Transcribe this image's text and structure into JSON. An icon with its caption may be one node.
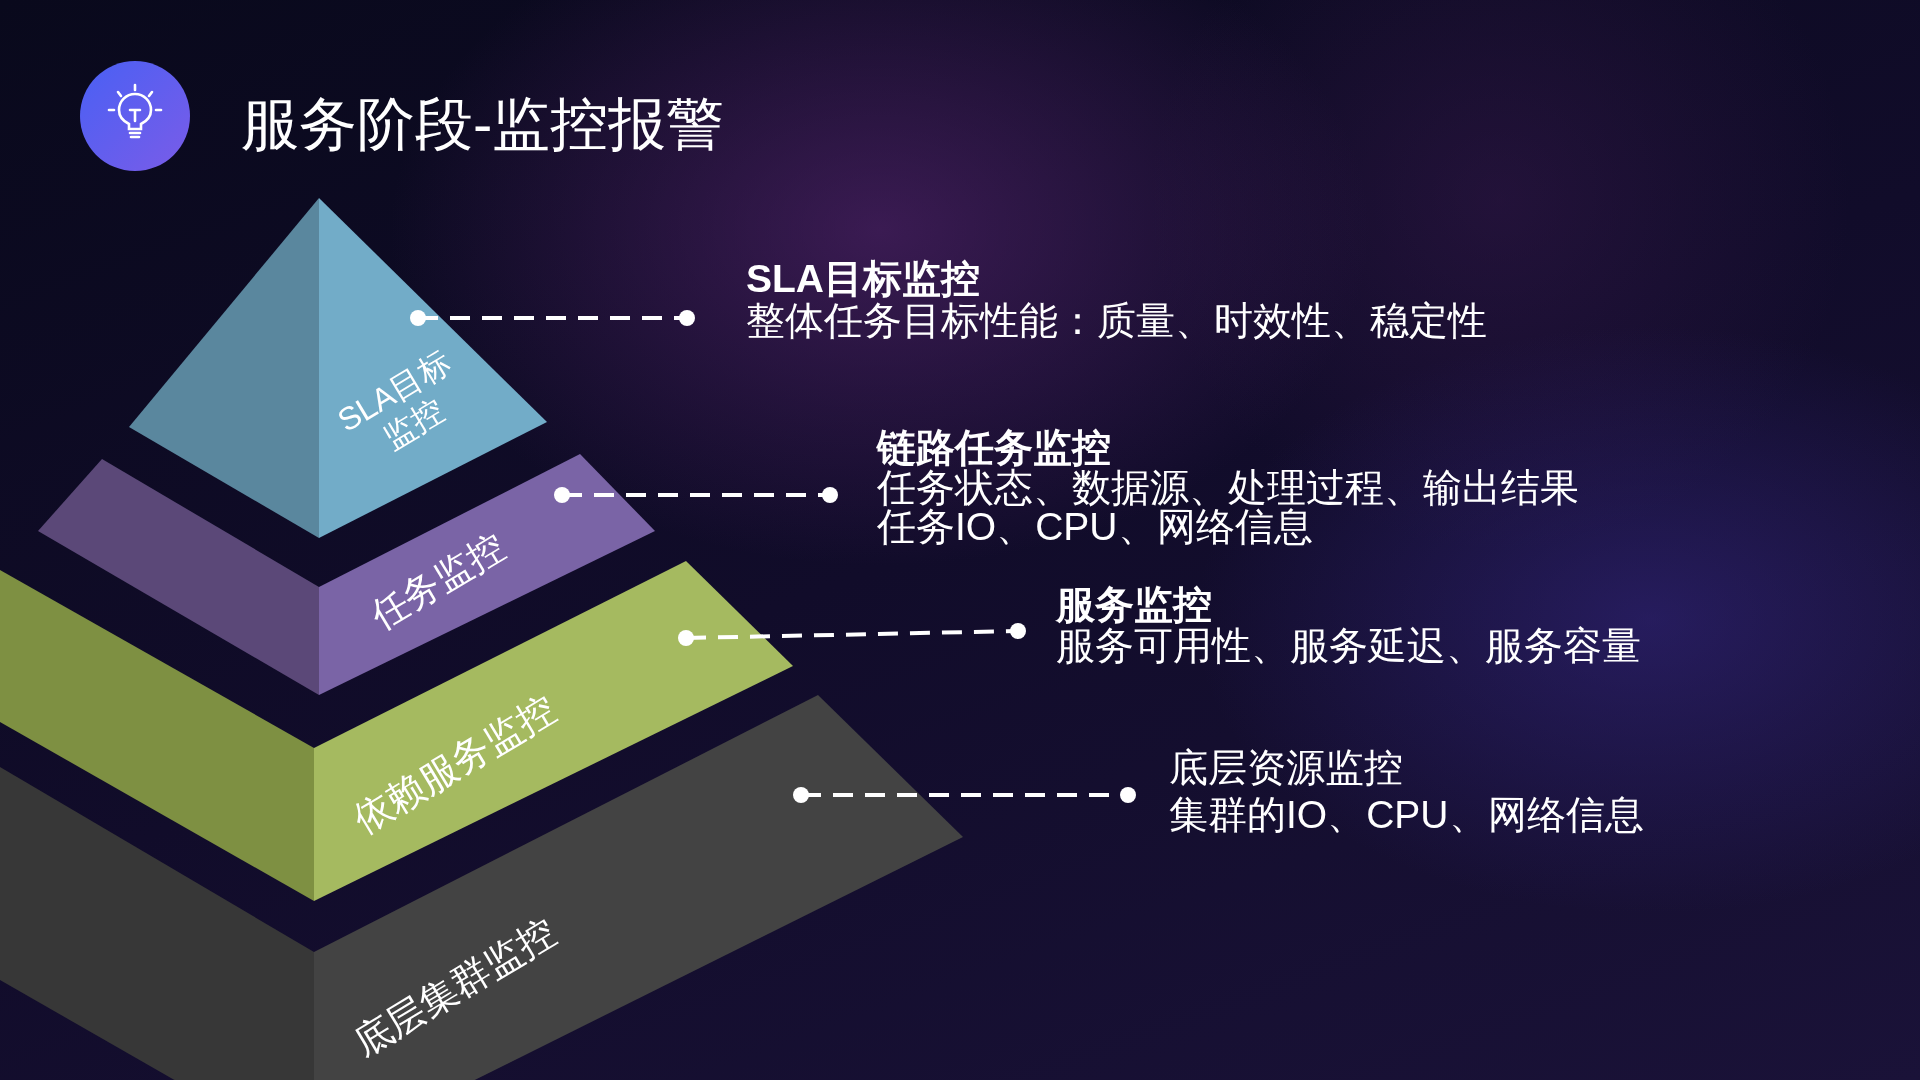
{
  "diagram": {
    "title": "服务阶段-监控报警",
    "nodes": [
      {
        "text": [
          "SLA目标监控"
        ]
      },
      {
        "text": [
          "SLA目标监控",
          "整体任务目标性能：质量、时效性、稳定性"
        ]
      },
      {
        "text": [
          "任务监控"
        ]
      },
      {
        "text": [
          "链路任务监控",
          "任务状态、数据源、处理过程、输出结果",
          "任务IO、CPU、网络信息"
        ]
      },
      {
        "text": [
          "依赖服务监控"
        ]
      },
      {
        "text": [
          "服务监控",
          "服务可用性、服务延迟、服务容量"
        ]
      },
      {
        "text": [
          "底层集群监控"
        ]
      },
      {
        "text": [
          "底层资源监控",
          "集群的IO、CPU、网络信息"
        ]
      }
    ],
    "edges": [
      {
        "from": 0,
        "to": 1,
        "arrow": "other",
        "style": "dashed"
      },
      {
        "from": 2,
        "to": 3,
        "arrow": "other",
        "style": "dashed"
      },
      {
        "from": 4,
        "to": 5,
        "arrow": "other",
        "style": "dashed"
      },
      {
        "from": 6,
        "to": 7,
        "arrow": "other",
        "style": "dashed"
      }
    ]
  }
}
